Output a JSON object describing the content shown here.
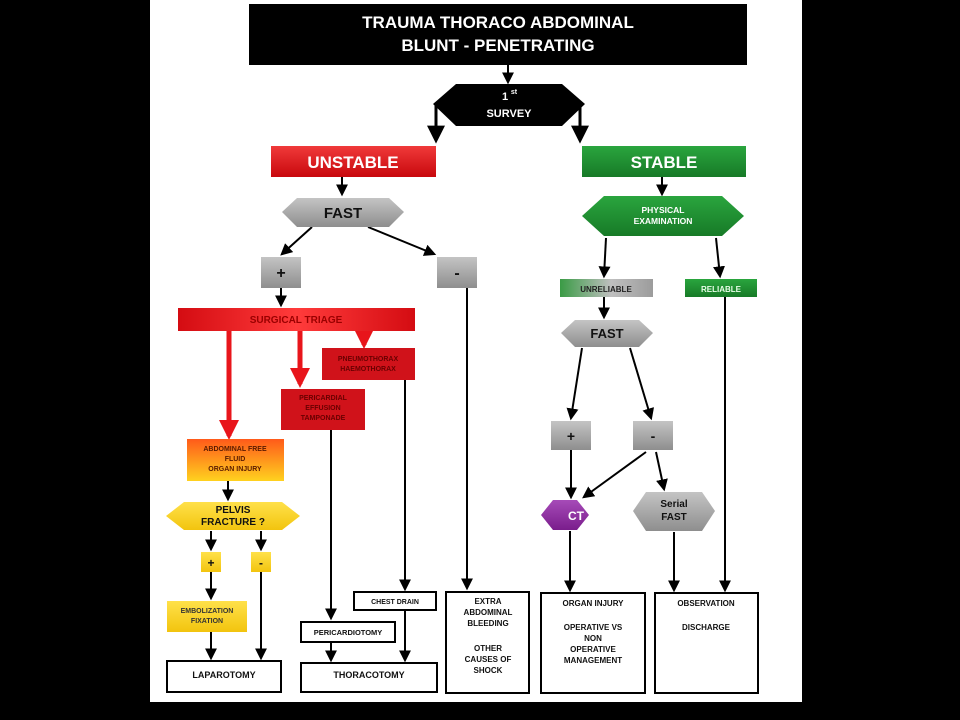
{
  "header": {
    "line1": "TRAUMA THORACO ABDOMINAL",
    "line2": "BLUNT - PENETRATING"
  },
  "survey": {
    "num": "1",
    "sup": "st",
    "label": "SURVEY"
  },
  "unstable": {
    "label": "UNSTABLE",
    "fast": "FAST",
    "plus": "+",
    "minus": "-",
    "surgical_triage": "SURGICAL TRIAGE",
    "pneumothorax": [
      "PNEUMOTHORAX",
      "HAEMOTHORAX"
    ],
    "pericardial": [
      "PERICARDIAL",
      "EFFUSION",
      "TAMPONADE"
    ],
    "abdominal": [
      "ABDOMINAL FREE",
      "FLUID",
      "ORGAN INJURY"
    ],
    "pelvis": [
      "PELVIS",
      "FRACTURE ?"
    ],
    "pelvis_plus": "+",
    "pelvis_minus": "-",
    "embolization": [
      "EMBOLIZATION",
      "FIXATION"
    ],
    "chest_drain": "CHEST DRAIN",
    "pericardiotomy": "PERICARDIOTOMY",
    "laparotomy": "LAPAROTOMY",
    "thoracotomy": "THORACOTOMY",
    "extra_abdominal": [
      "EXTRA",
      "ABDOMINAL",
      "BLEEDING",
      "",
      "OTHER",
      "CAUSES OF",
      "SHOCK"
    ]
  },
  "stable": {
    "label": "STABLE",
    "physical_exam": [
      "PHYSICAL",
      "EXAMINATION"
    ],
    "unreliable": "UNRELIABLE",
    "reliable": "RELIABLE",
    "fast": "FAST",
    "plus": "+",
    "minus": "-",
    "ct": "CT",
    "serial_fast": [
      "Serial",
      "FAST"
    ],
    "organ_injury": [
      "ORGAN INJURY",
      "",
      "OPERATIVE VS",
      "NON",
      "OPERATIVE",
      "MANAGEMENT"
    ],
    "observation": [
      "OBSERVATION",
      "",
      "DISCHARGE"
    ]
  },
  "colors": {
    "red": "#e8151b",
    "green": "#1d8a2e",
    "gray": "#a9a9a9",
    "yellow": "#f5d31d",
    "purple": "#8e2a9e"
  }
}
